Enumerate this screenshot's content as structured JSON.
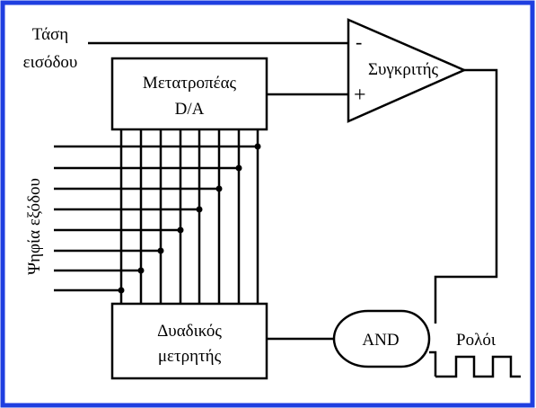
{
  "labels": {
    "input_voltage_line1": "Τάση",
    "input_voltage_line2": "εισόδου",
    "dac_line1": "Μετατροπέας",
    "dac_line2": "D/A",
    "comparator": "Συγκριτής",
    "minus_sign": "-",
    "plus_sign": "+",
    "digits_output": "Ψηφία εξόδου",
    "counter_line1": "Δυαδικός",
    "counter_line2": "μετρητής",
    "and_gate": "AND",
    "clock": "Ρολόι"
  },
  "colors": {
    "frame": "#1f3fe0",
    "lines": "#000000"
  }
}
